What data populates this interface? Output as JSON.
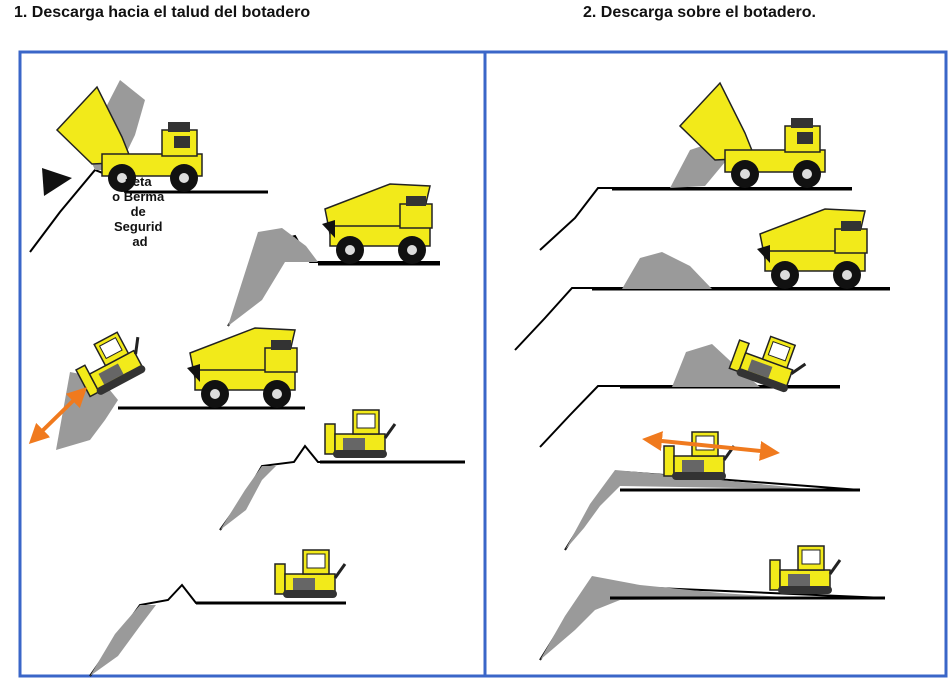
{
  "titles": {
    "left": "1. Descarga hacia el talud del botadero",
    "right": "2. Descarga sobre el botadero."
  },
  "berm_label": [
    "neta",
    "o Berma",
    "de",
    "Segurid",
    "ad"
  ],
  "colors": {
    "frame": "#3a66c8",
    "material": "#9a9a9a",
    "equipment_yellow": "#f2ea1a",
    "ground": "#000000",
    "arrow": "#f07a1e"
  }
}
